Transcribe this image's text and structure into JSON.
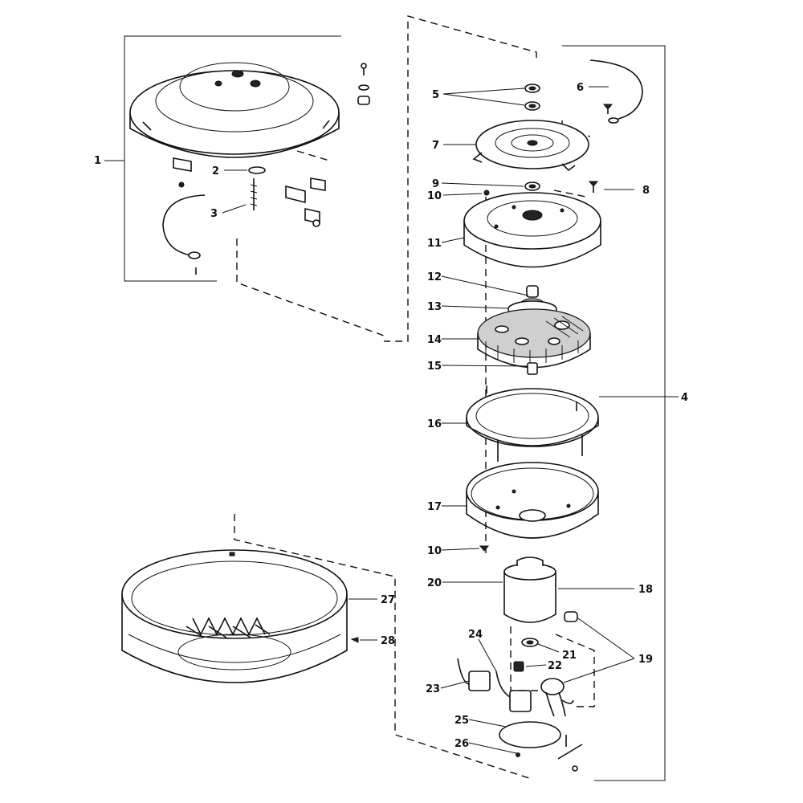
{
  "callouts": {
    "c1": "1",
    "c2": "2",
    "c3": "3",
    "c4": "4",
    "c5": "5",
    "c6": "6",
    "c7": "7",
    "c8": "8",
    "c9": "9",
    "c10a": "10",
    "c10b": "10",
    "c11": "11",
    "c12": "12",
    "c13": "13",
    "c14": "14",
    "c15": "15",
    "c16": "16",
    "c17": "17",
    "c18": "18",
    "c19": "19",
    "c20": "20",
    "c21": "21",
    "c22": "22",
    "c23": "23",
    "c24": "24",
    "c25": "25",
    "c26": "26",
    "c27": "27",
    "c28": "28"
  },
  "colors": {
    "ink": "#111111",
    "paper": "#ffffff"
  }
}
